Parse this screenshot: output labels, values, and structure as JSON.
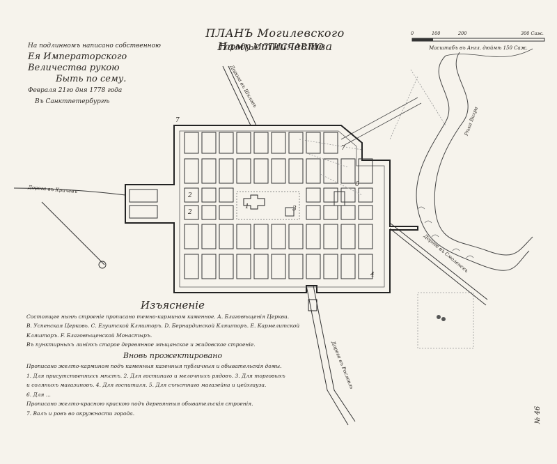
{
  "title": "ПЛАНЪ Могилевского Намѣстничества",
  "subtitle": "Городу МСТИСЛАВЛЮ",
  "approval": {
    "line1": "На подлинномъ написано собственною",
    "line2": "Ея Императорского Величества рукою",
    "line3": "Быть по сему.",
    "line4": "Февраля 21го дня 1778 года",
    "line5": "Въ Санктпетербургѣ"
  },
  "scale": {
    "ticks": [
      "0",
      "100",
      "200",
      "300 Саж."
    ],
    "label": "Масштабъ въ Англ. дюймѣ 150 Саж."
  },
  "roads": {
    "north": "Дорога въ Шкловъ",
    "west": "Дорога въ Кричевъ",
    "east": "Дорога въ Смоленскъ",
    "south": "Дорога въ Рославль",
    "river": "Рѣка Вихра"
  },
  "legend": {
    "head": "Изъясненіе",
    "lines": [
      "Состоящее нынѣ строеніе прописано темно-кармином каменное. А. Благовѣщенія Церкви.",
      "В. Успенская Церковь. С. Езуитской Кляшторъ. D. Бернардинской Кляшторъ. Е. Кармелитской",
      "Кляшторъ. F. Благовѣщенской Монастыръ.",
      "Въ пунктирныхъ линіяхъ старое деревянное мѣщанское и жидовское строеніе."
    ],
    "subhead": "Вновь прожектировано",
    "project_lines": [
      "Прописано желто-кармином подъ каменныя казенныя публичныя и обывательскія домы.",
      "1. Для присутственныхъ мѣстъ. 2. Для гостинаго и мелочныхъ рядовъ. 3. Для торговыхъ",
      "и соляныхъ магазиновъ. 4. Для госпиталя. 5. Для съѣстнаго магазейна и цейхгауза.",
      "6. Для ... ",
      "Прописано желто-красною краскою подъ деревянныя обывательскія строенія.",
      "7. Валъ и ровъ во окружности города."
    ]
  },
  "numbers": [
    "1",
    "2",
    "2",
    "3",
    "4",
    "6",
    "7",
    "7"
  ],
  "margin_note": "№ 46"
}
